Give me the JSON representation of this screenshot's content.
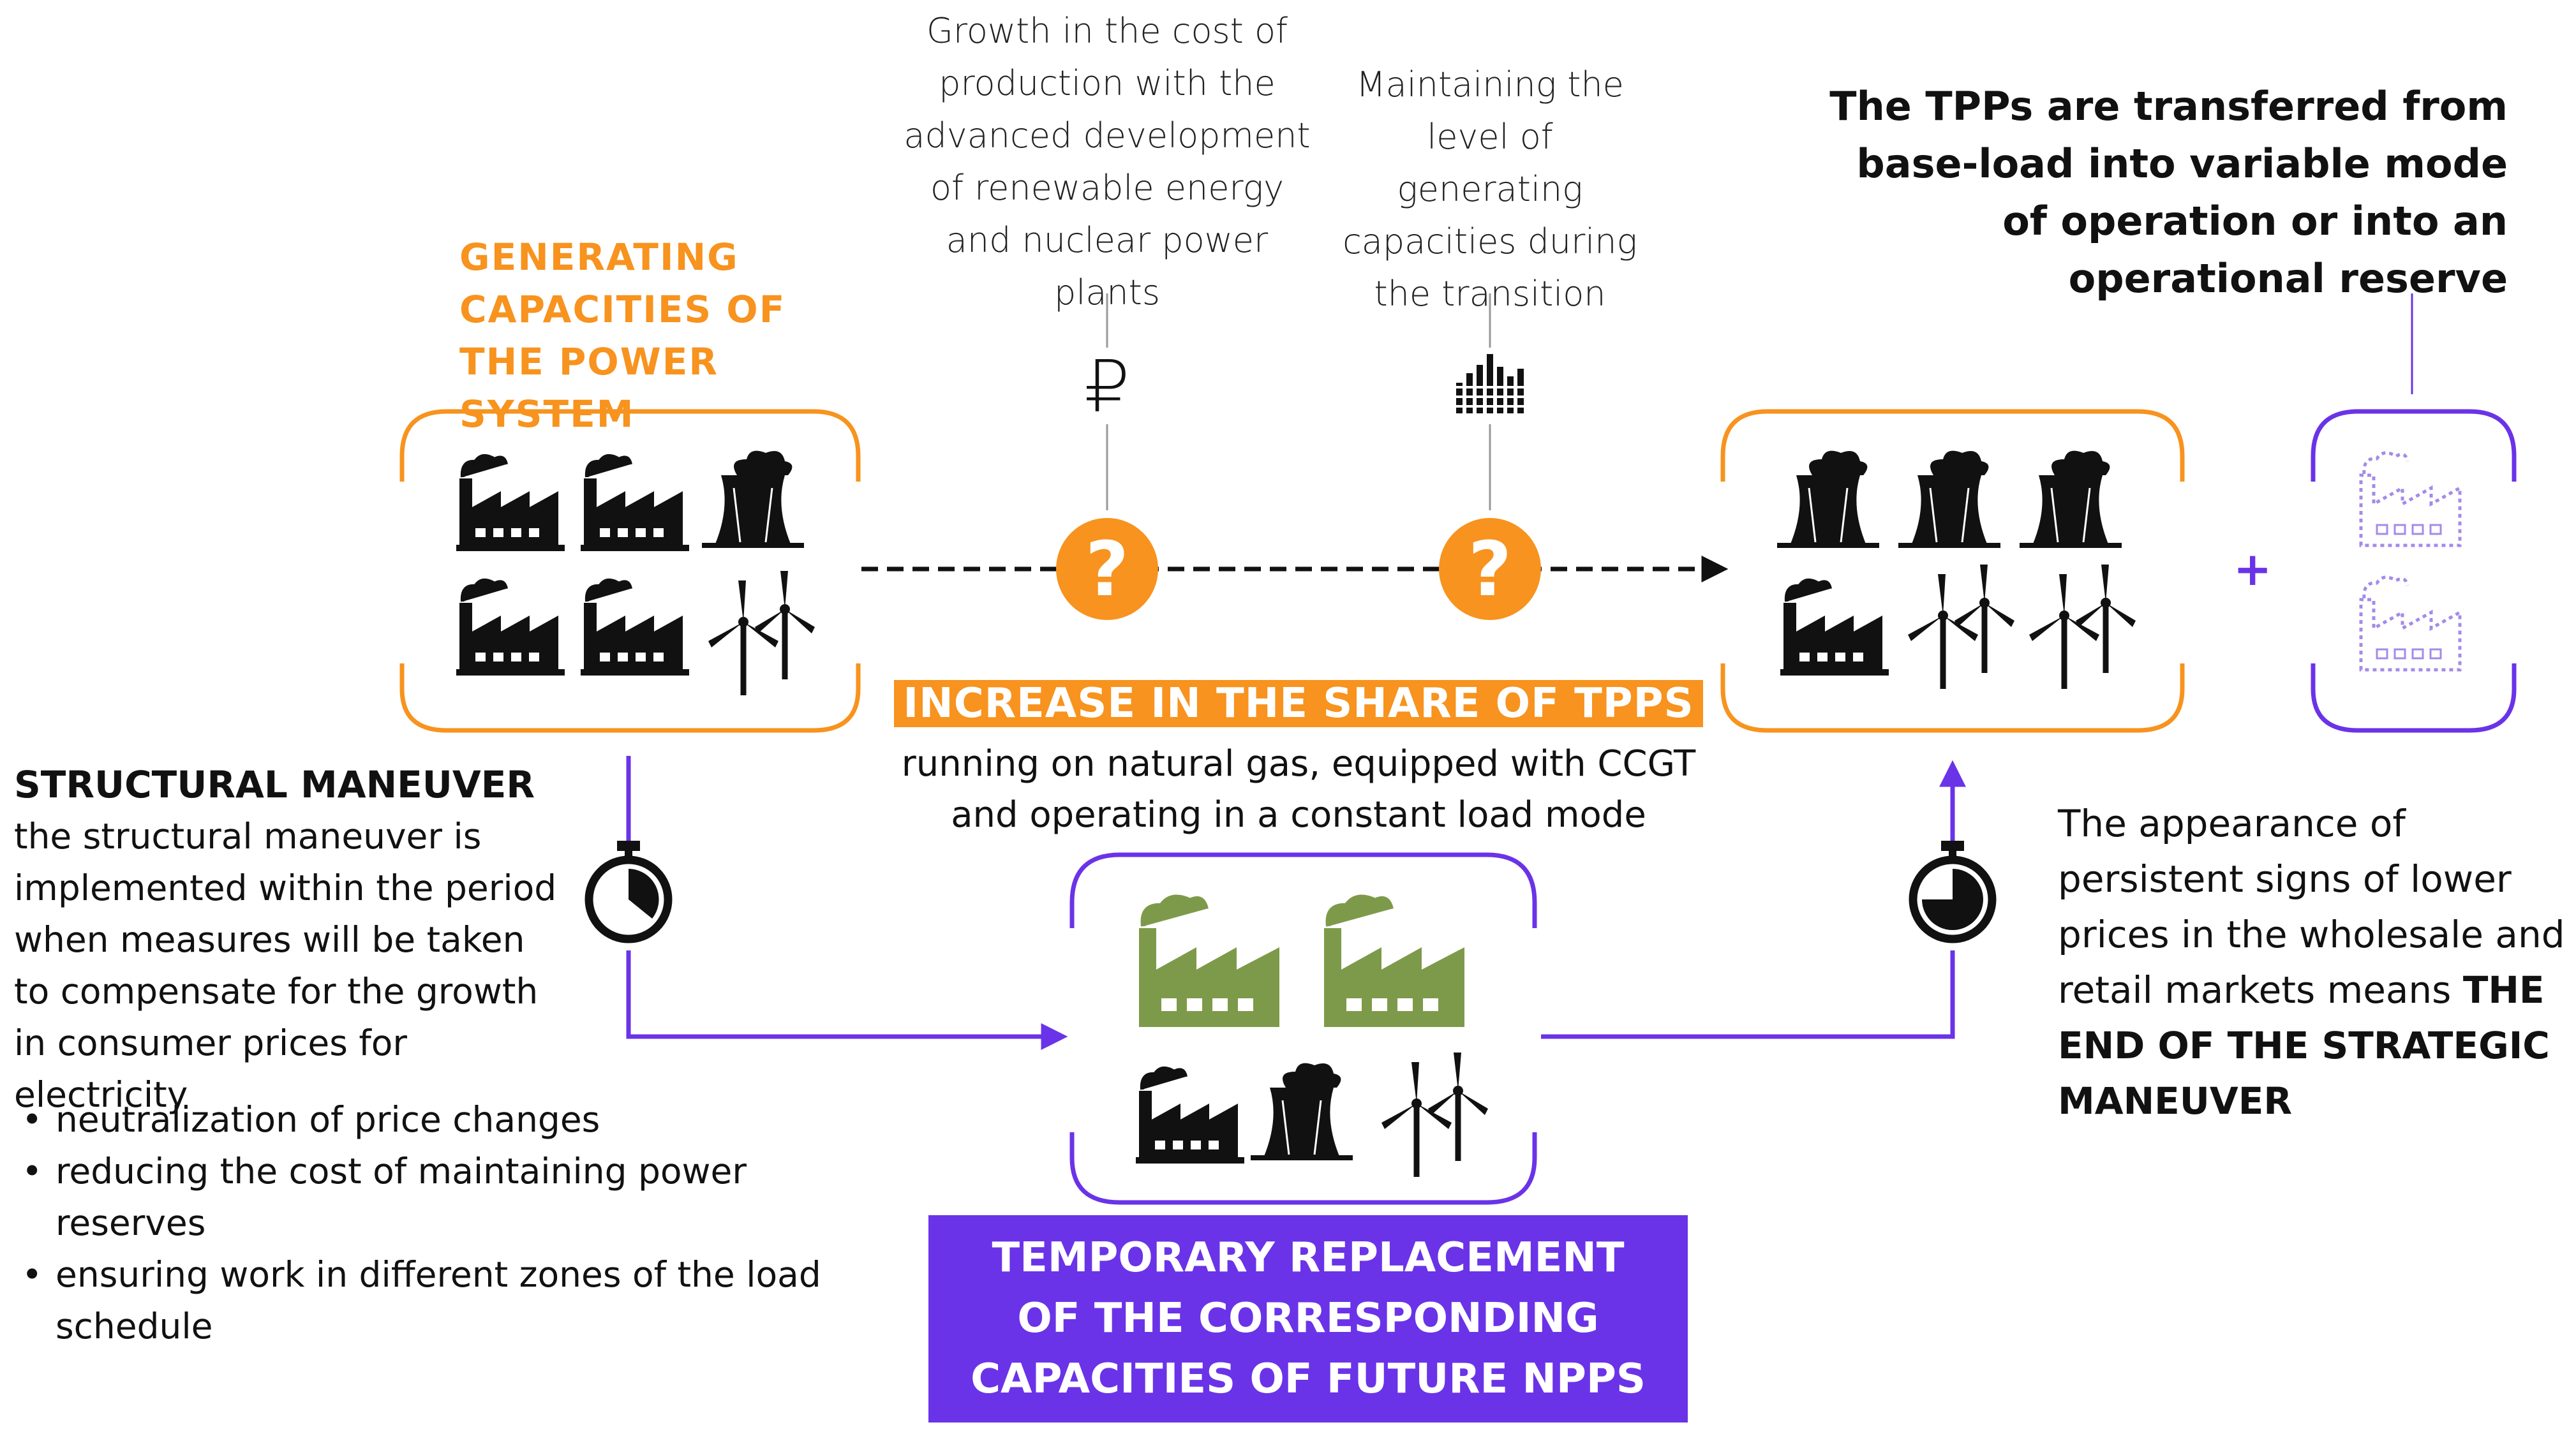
{
  "top_notes": {
    "cost_growth": "Growth in the cost of production with the advanced development of renewable energy and nuclear power plants",
    "maintain_level": "Maintaining the level of generating capacities during the transition"
  },
  "generating_capacities_title": "GENERATING CAPACITIES OF THE POWER SYSTEM",
  "tpps_transfer_title": "The TPPs are transferred from base-load into variable mode of operation or into an operational reserve",
  "icons": {
    "ruble": "₽",
    "question": "?",
    "plus": "+"
  },
  "center": {
    "highlight": "INCREASE IN THE SHARE OF TPPS",
    "subtitle": "running on natural gas, equipped with CCGT and operating in a constant load mode"
  },
  "structural": {
    "heading": "STRUCTURAL MANEUVER",
    "body": "the structural maneuver is implemented within the period when measures will be taken to compensate for the growth in consumer prices for electricity",
    "bullets": [
      "neutralization of price changes",
      "reducing the cost of maintaining power reserves",
      "ensuring work in different zones of the load schedule"
    ]
  },
  "temporary_box": "TEMPORARY REPLACEMENT OF THE CORRESPONDING CAPACITIES OF FUTURE NPPS",
  "end": {
    "text": "The appearance of persistent signs of lower prices in the wholesale and retail markets means ",
    "bold": "THE END OF THE STRATEGIC MANEUVER"
  },
  "colors": {
    "orange": "#f7931e",
    "purple": "#6a33e8",
    "green": "#7d9a4a",
    "black": "#111111"
  }
}
